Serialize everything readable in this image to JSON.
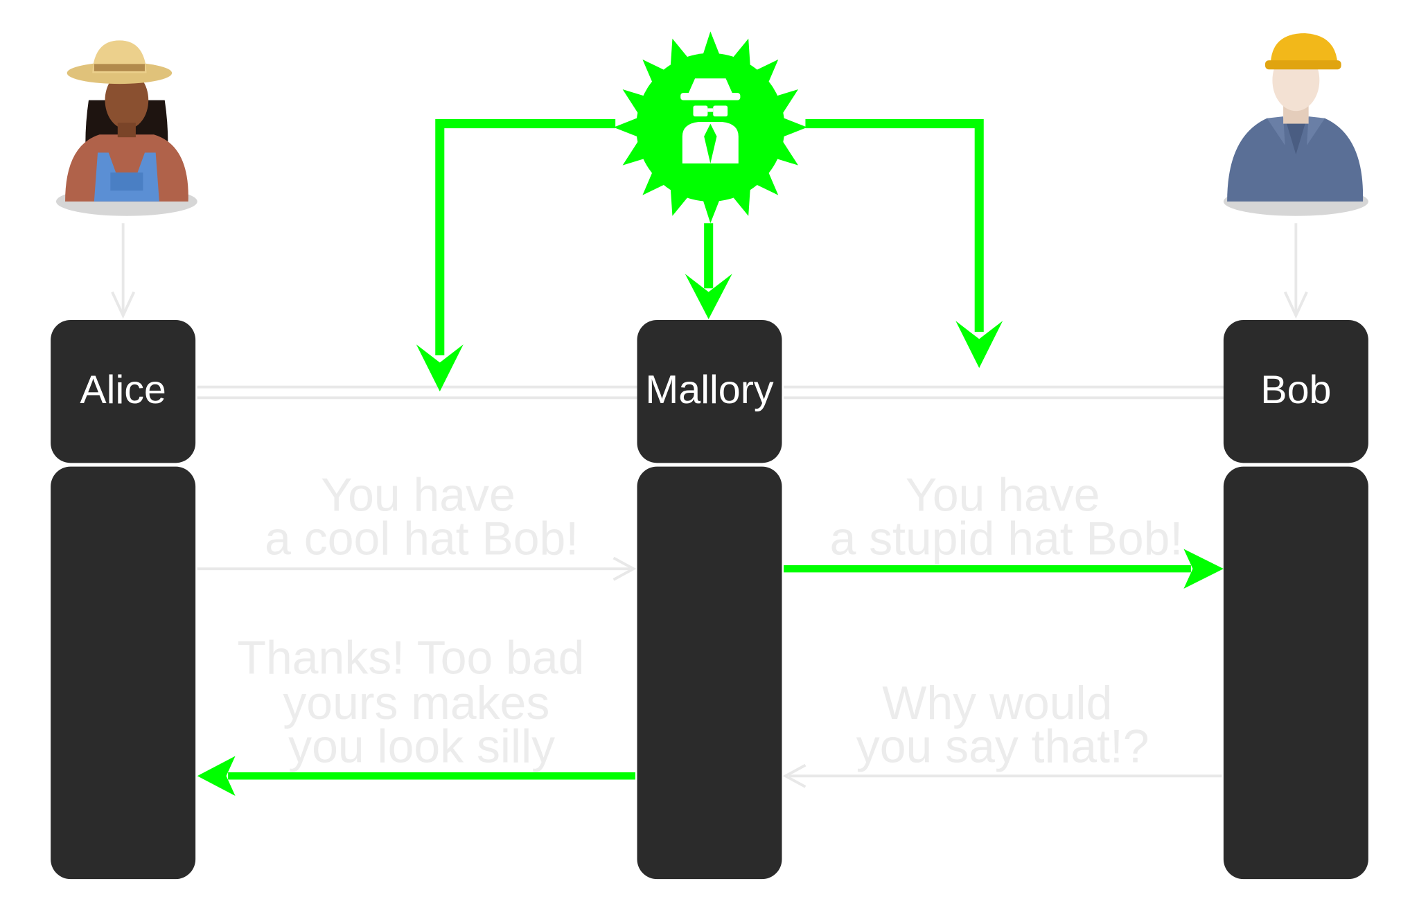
{
  "actors": {
    "alice": {
      "label": "Alice",
      "avatar_icon": "farmer-woman-avatar-icon"
    },
    "mallory": {
      "label": "Mallory",
      "avatar_icon": "spy-attacker-icon"
    },
    "bob": {
      "label": "Bob",
      "avatar_icon": "construction-worker-avatar-icon"
    }
  },
  "messages": {
    "alice_to_mallory": {
      "lines": [
        "You have",
        "a cool hat Bob!"
      ]
    },
    "mallory_to_bob": {
      "lines": [
        "You have",
        "a stupid hat Bob!"
      ]
    },
    "bob_to_mallory": {
      "lines": [
        "Why would",
        "you say that!?"
      ]
    },
    "mallory_to_alice": {
      "lines": [
        "Thanks! Too bad",
        "yours makes",
        "you look silly"
      ]
    }
  },
  "colors": {
    "box": "#2b2b2b",
    "attacker": "#00ff00",
    "faint": "#e8e8e8"
  }
}
